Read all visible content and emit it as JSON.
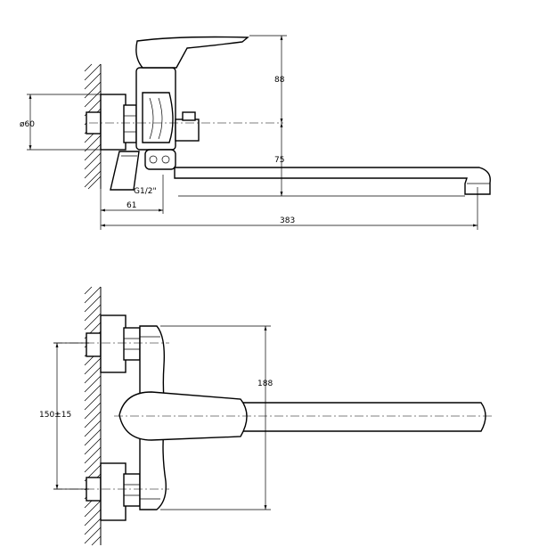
{
  "dimensions": {
    "top_height": "88",
    "outlet_diameter": "ø60",
    "spout_height": "75",
    "thread": "G1/2\"",
    "wall_offset": "61",
    "total_length": "383",
    "body_height": "188",
    "connection_spacing": "150±15"
  }
}
